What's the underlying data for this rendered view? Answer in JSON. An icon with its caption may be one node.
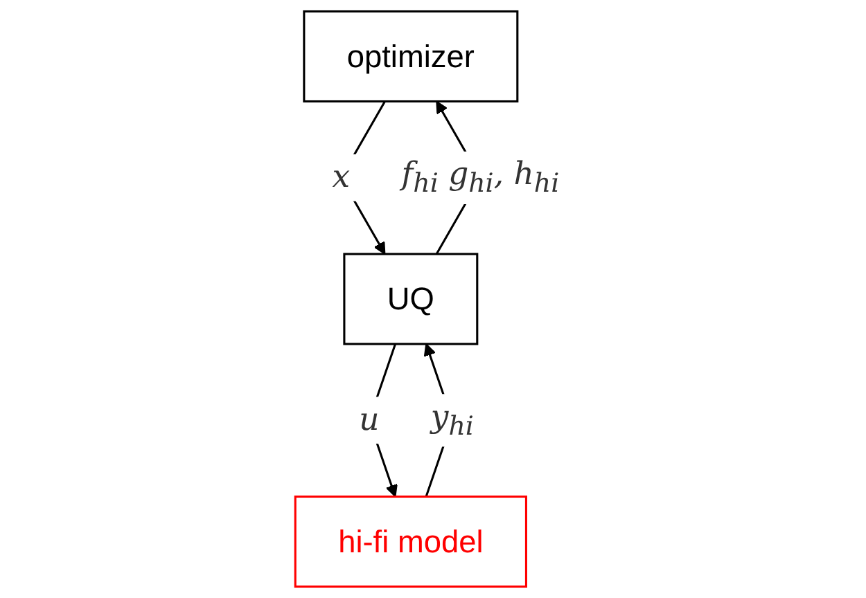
{
  "diagram": {
    "nodes": [
      {
        "text": [
          "optimizer"
        ]
      },
      {
        "text": [
          "UQ"
        ]
      },
      {
        "text": [
          "hi-fi model"
        ]
      }
    ],
    "edges": [
      {
        "from": 0,
        "to": 1,
        "arrow": "to",
        "label": "x"
      },
      {
        "from": 1,
        "to": 0,
        "arrow": "to",
        "label": "f$_{hi}$ g$_{hi}$, h$_{hi}$"
      },
      {
        "from": 1,
        "to": 2,
        "arrow": "to",
        "label": "u"
      },
      {
        "from": 2,
        "to": 1,
        "arrow": "to",
        "label": "y$_{hi}$"
      }
    ]
  }
}
